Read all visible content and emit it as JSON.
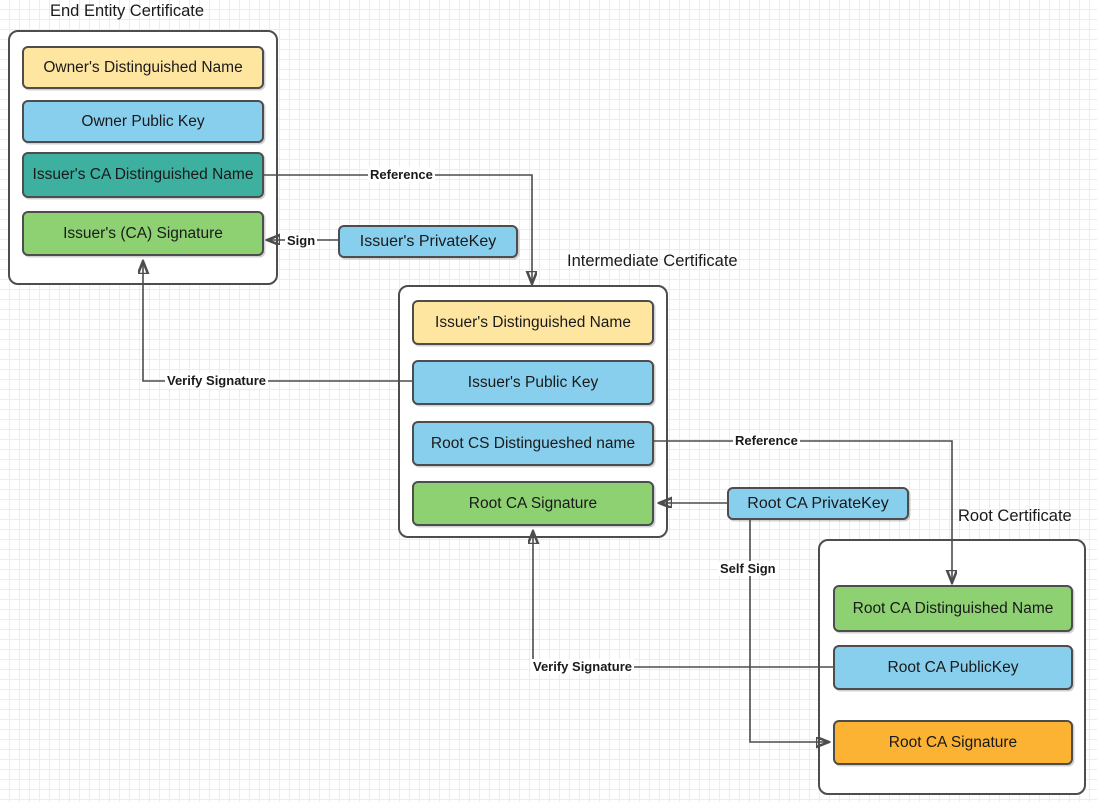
{
  "diagram": {
    "title_end_entity": "End Entity Certificate",
    "title_intermediate": "Intermediate Certificate",
    "title_root": "Root Certificate"
  },
  "end_entity_certificate": {
    "label": "End Entity Certificate",
    "fields": [
      {
        "text": "Owner's Distinguished Name",
        "color": "#ffe6a0"
      },
      {
        "text": "Owner Public  Key",
        "color": "#88cfee"
      },
      {
        "text": "Issuer's CA Distinguished Name",
        "color": "#3eb0a0"
      },
      {
        "text": "Issuer's (CA) Signature",
        "color": "#8ed173"
      }
    ]
  },
  "intermediate_certificate": {
    "label": "Intermediate Certificate",
    "fields": [
      {
        "text": "Issuer's Distinguished Name",
        "color": "#ffe6a0"
      },
      {
        "text": "Issuer's Public  Key",
        "color": "#88cfee"
      },
      {
        "text": "Root CS Distingueshed name",
        "color": "#88cfee"
      },
      {
        "text": "Root CA Signature",
        "color": "#8ed173"
      }
    ]
  },
  "root_certificate": {
    "label": "Root Certificate",
    "fields": [
      {
        "text": "Root CA Distinguished Name",
        "color": "#8ed173"
      },
      {
        "text": "Root CA PublicKey",
        "color": "#88cfee"
      },
      {
        "text": "Root CA Signature",
        "color": "#fcb233"
      }
    ]
  },
  "keys": {
    "issuer_private_key": "Issuer's PrivateKey",
    "root_private_key": "Root CA PrivateKey"
  },
  "edges": {
    "reference_top": "Reference",
    "sign_top": "Sign",
    "verify_signature_top": "Verify Signature",
    "reference_bottom": "Reference",
    "self_sign": "Self Sign",
    "verify_signature_bottom": "Verify Signature"
  },
  "colors": {
    "yellow": "#ffe6a0",
    "blue": "#88cfee",
    "teal": "#3eb0a0",
    "green": "#8ed173",
    "orange": "#fcb233",
    "stroke": "#4d4d4d",
    "grid_minor": "#ededed",
    "grid_major": "#d6d6d6"
  }
}
